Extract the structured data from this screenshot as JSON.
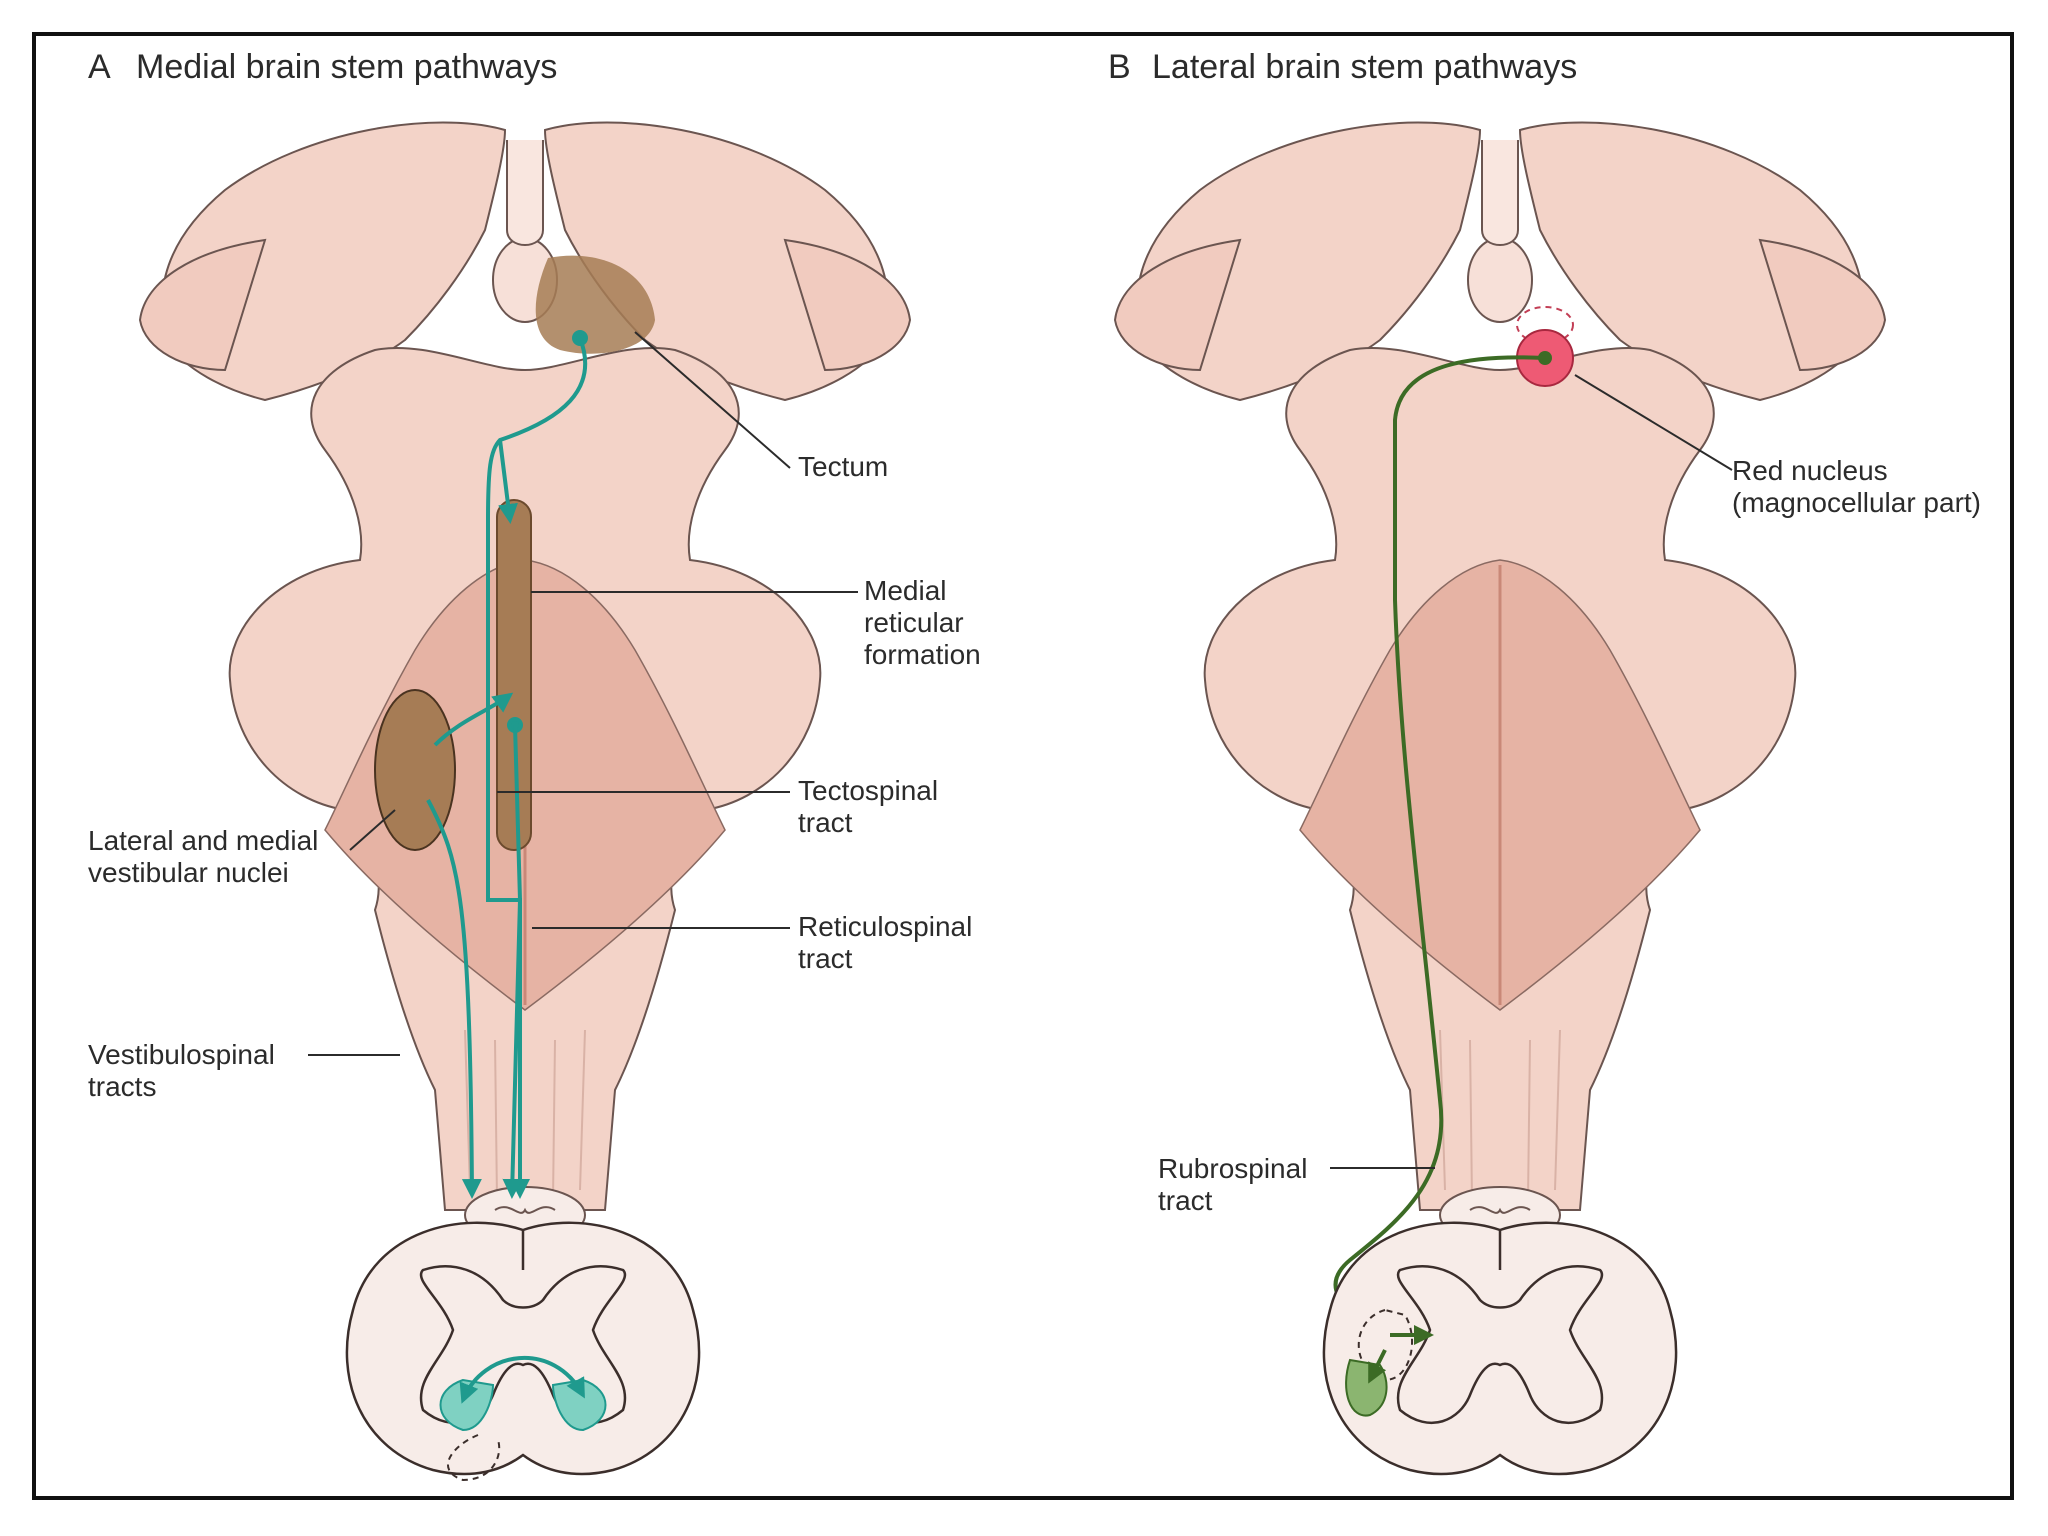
{
  "panels": {
    "a": {
      "letter": "A",
      "title": "Medial brain stem pathways",
      "labels": {
        "tectum": "Tectum",
        "medial_reticular": [
          "Medial",
          "reticular",
          "formation"
        ],
        "tectospinal": [
          "Tectospinal",
          "tract"
        ],
        "vestibular_nuclei": [
          "Lateral and medial",
          "vestibular nuclei"
        ],
        "reticulospinal": [
          "Reticulospinal",
          "tract"
        ],
        "vestibulospinal": [
          "Vestibulospinal",
          "tracts"
        ]
      }
    },
    "b": {
      "letter": "B",
      "title": "Lateral brain stem pathways",
      "labels": {
        "red_nucleus": [
          "Red nucleus",
          "(magnocellular part)"
        ],
        "rubrospinal": [
          "Rubrospinal",
          "tract"
        ]
      }
    }
  },
  "colors": {
    "tissue": "#f3d3c8",
    "tissue_shade": "#e6b3a4",
    "ventricle": "#d99c8f",
    "outline": "#6b5550",
    "nucleus_brown": "#a67c55",
    "medial_path_teal": "#1f9a8e",
    "lateral_path_green": "#3c6b25",
    "red_nucleus": "#ee5a74",
    "cord_gray": "#f7ece8"
  }
}
